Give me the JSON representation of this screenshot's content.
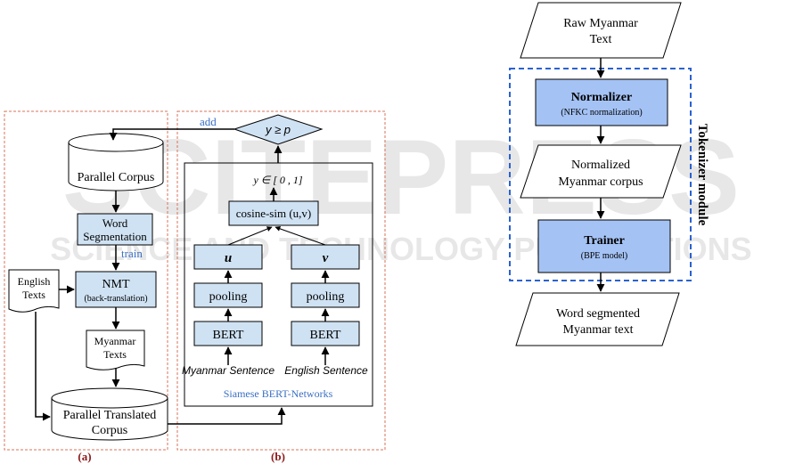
{
  "panel_a": {
    "label": "(a)",
    "parallel_corpus": "Parallel Corpus",
    "word_segmentation": [
      "Word",
      "Segmentation"
    ],
    "train_label": "train",
    "english_texts": [
      "English",
      "Texts"
    ],
    "nmt": "NMT",
    "nmt_sub": "(back-translation)",
    "myanmar_texts": [
      "Myanmar",
      "Texts"
    ],
    "parallel_translated_corpus": [
      "Parallel Translated",
      "Corpus"
    ]
  },
  "panel_b": {
    "label": "(b)",
    "add_label": "add",
    "condition": "y ≥ p",
    "output_range": "y ∈ [ 0 , 1]",
    "cosine": "cosine-sim (u,v)",
    "u": "u",
    "v": "v",
    "pooling_left": "pooling",
    "pooling_right": "pooling",
    "bert_left": "BERT",
    "bert_right": "BERT",
    "input_left": "Myanmar Sentence",
    "input_right": "English Sentence",
    "network_label": "Siamese BERT-Networks"
  },
  "tokenizer": {
    "raw": [
      "Raw  Myanmar",
      "Text"
    ],
    "normalizer": "Normalizer",
    "normalizer_sub": "(NFKC normalization)",
    "normalized": [
      "Normalized",
      "Myanmar corpus"
    ],
    "trainer": "Trainer",
    "trainer_sub": "(BPE model)",
    "output": [
      "Word segmented",
      "Myanmar text"
    ],
    "module_label": "Tokenizer module"
  },
  "watermark": {
    "line1": "SCITEPRESS",
    "line2": "SCIENCE AND TECHNOLOGY PUBLICATIONS"
  },
  "colors": {
    "light_blue_fill": "#cfe2f3",
    "mid_blue_fill": "#a4c2f4",
    "blue_text": "#3a6fc4",
    "red_dashed": "#d9735a",
    "blue_dashed": "#2a62d0",
    "label_red": "#8b1a1a"
  }
}
